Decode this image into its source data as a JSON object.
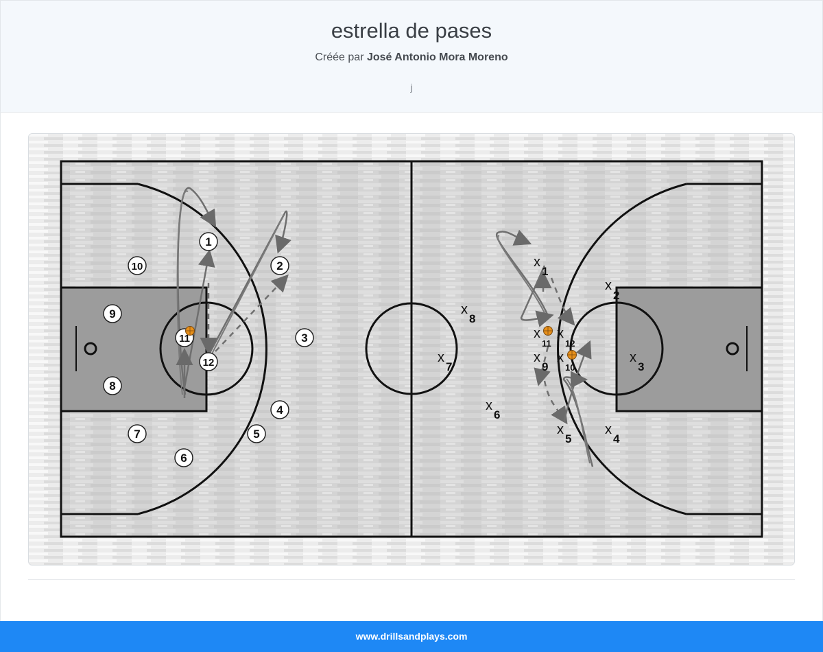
{
  "header": {
    "title": "estrella de pases",
    "byline_prefix": "Créée par",
    "author": "José Antonio Mora Moreno",
    "description": "j"
  },
  "diagram": {
    "offense_players": [
      "1",
      "2",
      "3",
      "4",
      "5",
      "6",
      "7",
      "8",
      "9",
      "10",
      "11",
      "12"
    ],
    "defense_players": [
      "1",
      "2",
      "3",
      "4",
      "5",
      "6",
      "7",
      "8",
      "9",
      "11",
      "12",
      "10"
    ],
    "defense_marker": "x",
    "ball_icon": "basketball-icon"
  },
  "footer": {
    "site": "www.drillsandplays.com"
  },
  "colors": {
    "footer_bg": "#1e88f5",
    "header_bg": "#f4f8fc",
    "court_wood": "#d6d6d6",
    "paint": "#9c9c9c",
    "ball": "#e8901a"
  }
}
